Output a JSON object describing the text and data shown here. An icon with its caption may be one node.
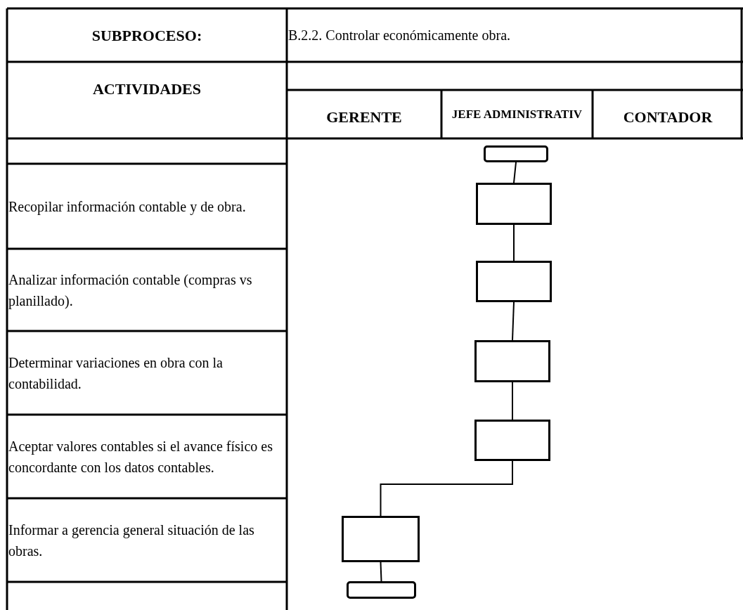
{
  "diagram": {
    "nodes": [
      {
        "text": [],
        "shape": "terminal"
      },
      {
        "text": [],
        "shape": "box"
      },
      {
        "text": [],
        "shape": "box"
      },
      {
        "text": [],
        "shape": "box"
      },
      {
        "text": [],
        "shape": "box"
      },
      {
        "text": [],
        "shape": "box"
      },
      {
        "text": [],
        "shape": "terminal"
      }
    ],
    "edges": [
      {
        "from": 0,
        "to": 1,
        "arrow": "none"
      },
      {
        "from": 1,
        "to": 2,
        "arrow": "none"
      },
      {
        "from": 2,
        "to": 3,
        "arrow": "none"
      },
      {
        "from": 3,
        "to": 4,
        "arrow": "none"
      },
      {
        "from": 4,
        "to": 5,
        "arrow": "none"
      },
      {
        "from": 5,
        "to": 6,
        "arrow": "none"
      }
    ],
    "labels": [
      "SUBPROCESO:",
      "B.2.2. Controlar económicamente obra.",
      "ACTIVIDADES",
      "GERENTE",
      "JEFE ADMINISTRATIV",
      "CONTADOR",
      "Recopilar información contable y de obra.",
      "Analizar información contable (compras vs planillado).",
      "Determinar variaciones en obra con la contabilidad.",
      "Aceptar valores contables si el avance físico es concordante con los datos contables.",
      "Informar a gerencia general situación de las obras."
    ]
  }
}
